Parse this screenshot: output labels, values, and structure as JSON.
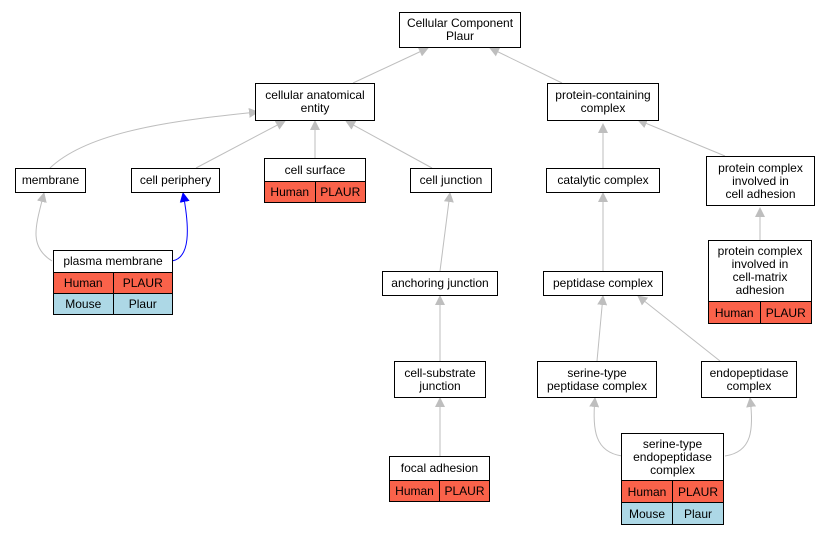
{
  "colors": {
    "edge": "#bebebe",
    "highlight_edge": "#0000ff",
    "human": "#fa624a",
    "mouse": "#add8e6"
  },
  "nodes": {
    "root": "Cellular Component\nPlaur",
    "cae": "cellular anatomical\nentity",
    "pcc": "protein-containing\ncomplex",
    "membrane": "membrane",
    "periphery": "cell periphery",
    "surface": "cell surface",
    "junction": "cell junction",
    "catalytic": "catalytic complex",
    "adhesion": "protein complex\ninvolved in\ncell adhesion",
    "plasma": "plasma membrane",
    "anchoring": "anchoring junction",
    "peptidase": "peptidase complex",
    "matrix": "protein complex\ninvolved in\ncell-matrix\nadhesion",
    "substrate": "cell-substrate\njunction",
    "serine": "serine-type\npeptidase complex",
    "endo": "endopeptidase\ncomplex",
    "focal": "focal adhesion",
    "serendo": "serine-type\nendopeptidase\ncomplex"
  },
  "annotations": {
    "human": {
      "species": "Human",
      "gene": "PLAUR"
    },
    "mouse": {
      "species": "Mouse",
      "gene": "Plaur"
    }
  }
}
